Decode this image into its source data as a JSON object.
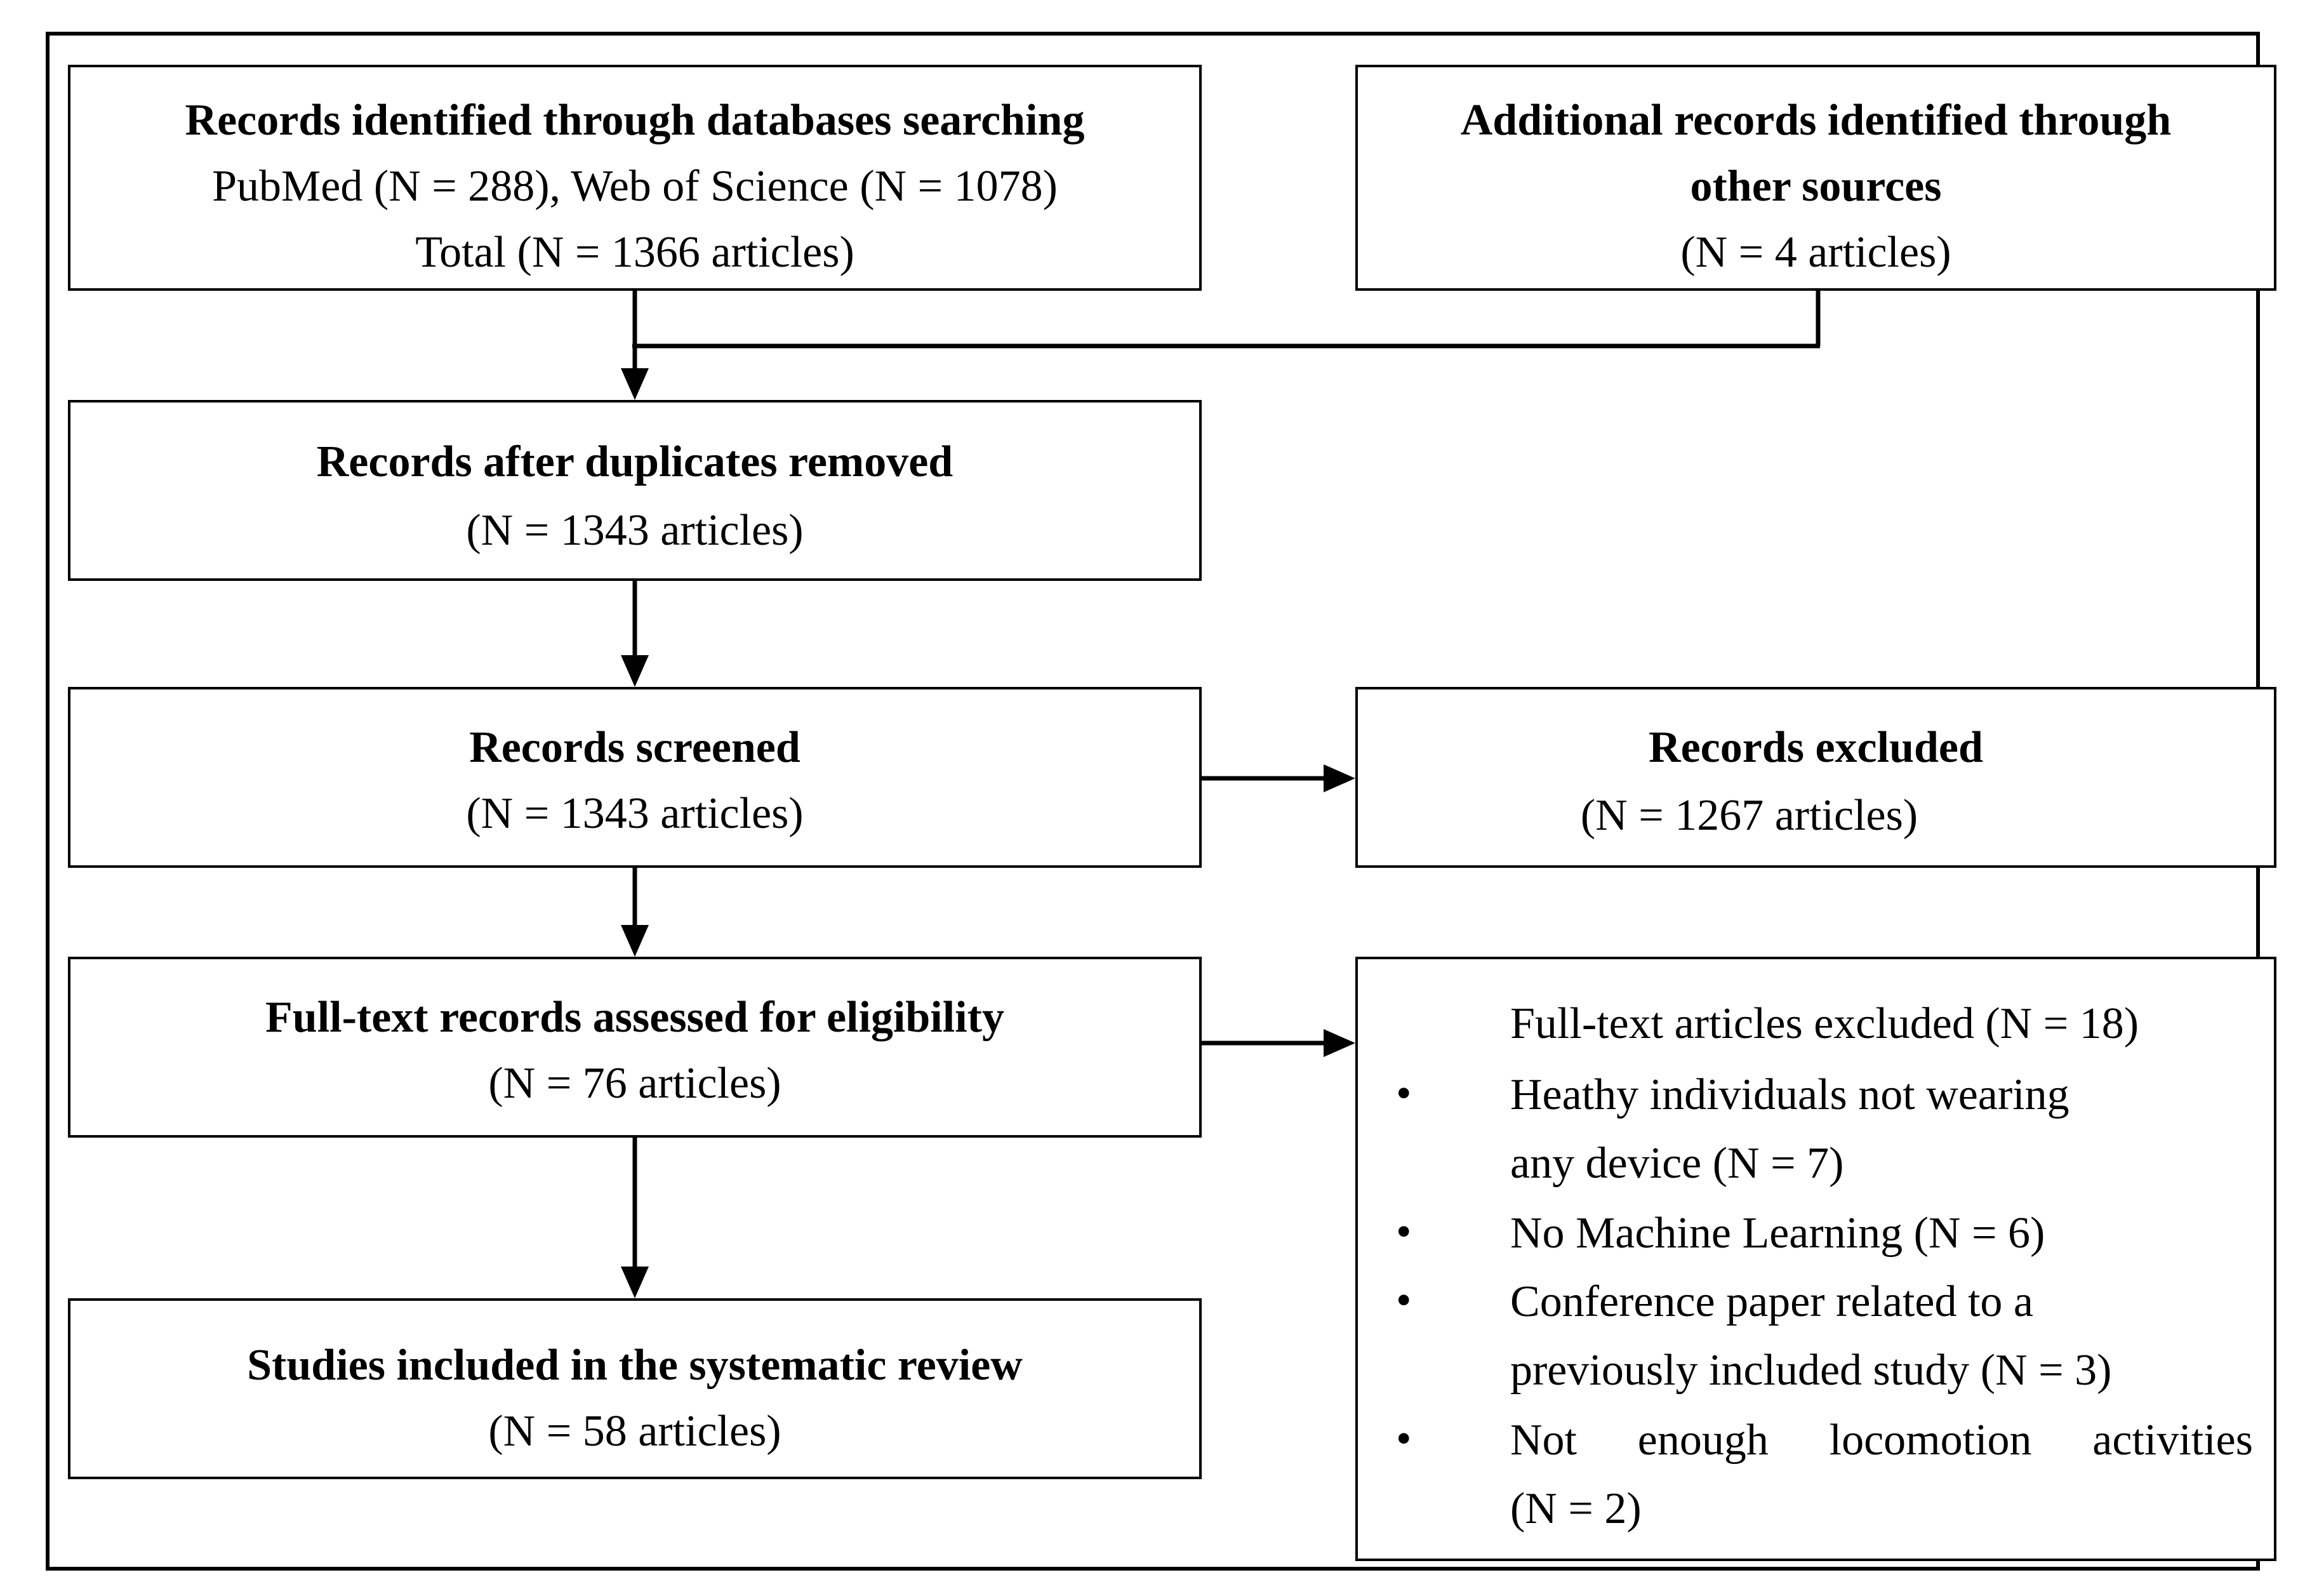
{
  "boxes": {
    "records_identified": {
      "title": "Records identified through databases searching",
      "line1": "PubMed (N = 288), Web of Science (N = 1078)",
      "line2": "Total (N = 1366 articles)"
    },
    "additional_records": {
      "title_line1": "Additional records identified through",
      "title_line2": "other sources",
      "line1": "(N = 4 articles)"
    },
    "duplicates_removed": {
      "title": "Records after duplicates removed",
      "line1": "(N = 1343 articles)"
    },
    "records_screened": {
      "title": "Records screened",
      "line1": "(N = 1343 articles)"
    },
    "records_excluded": {
      "title": "Records excluded",
      "line1": "(N = 1267 articles)"
    },
    "fulltext_assessed": {
      "title": "Full-text records assessed for eligibility",
      "line1": "(N = 76 articles)"
    },
    "studies_included": {
      "title": "Studies included in the systematic review",
      "line1": "(N = 58 articles)"
    },
    "fulltext_excluded": {
      "heading": "Full-text articles excluded (N = 18)",
      "items": [
        {
          "line1": "Heathy individuals not wearing",
          "line2": "any device (N = 7)"
        },
        {
          "line1": "No Machine Learning (N = 6)"
        },
        {
          "line1": "Conference paper related to a",
          "line2": "previously included study (N = 3)"
        },
        {
          "line1": "Not enough locomotion activities",
          "line2": "(N = 2)"
        }
      ]
    }
  },
  "bullet_symbol": "•"
}
